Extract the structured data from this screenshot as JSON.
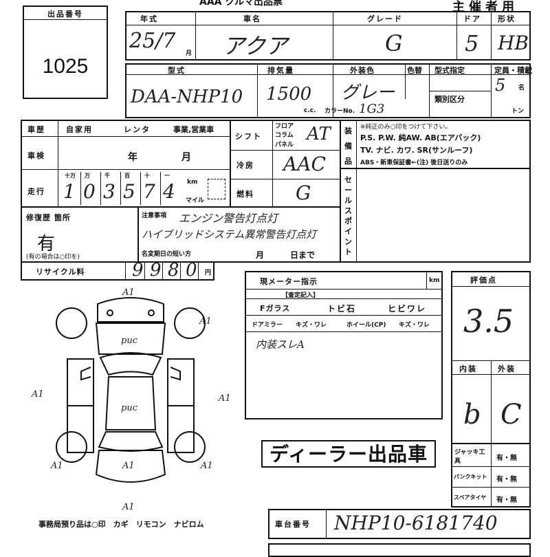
{
  "lot": {
    "label": "出品番号",
    "number": "1025"
  },
  "header": {
    "title_fragment": "AAA  クルマ出品票",
    "owner_note": "主催者用"
  },
  "top_row": {
    "year_label": "年式",
    "year_value": "25/7",
    "month_mark": "月",
    "car_label": "車名",
    "car_value": "アクア",
    "grade_label": "グレード",
    "grade_value": "G",
    "door_label": "ドア",
    "door_value": "5",
    "body_label": "形状",
    "body_value": "HB"
  },
  "second_row": {
    "model_label": "型式",
    "model_value": "DAA-NHP10",
    "cc_label": "排気量",
    "cc_value": "1500",
    "cc_unit": "c.c.",
    "color_label": "外装色",
    "color_value": "グレー",
    "color_mark_label": "色替",
    "color_no_label": "カラーNo.",
    "color_no_value": "1G3",
    "type_label": "型式指定",
    "class_label": "類別区分",
    "capacity_label": "定員・積載",
    "capacity_value": "5",
    "capacity_unit": "名",
    "load_unit": "トン"
  },
  "history": {
    "label": "車歴",
    "own": "自家用",
    "rental": "レンタ",
    "business": "事業,営業車",
    "inspection_label": "車検",
    "year_unit": "年",
    "month_unit": "月",
    "mileage_label": "走行",
    "digit_units": [
      "十万",
      "万",
      "千",
      "百",
      "十",
      "一"
    ],
    "mileage_digits": [
      "1",
      "0",
      "3",
      "5",
      "7",
      "4"
    ],
    "km_unit": "km",
    "mile_unit": "マイル"
  },
  "drivetrain": {
    "shift_label": "シフト",
    "shift_options": [
      "フロア",
      "コラム",
      "パネル"
    ],
    "shift_value": "AT",
    "ac_label": "冷房",
    "ac_value": "AAC",
    "fuel_label": "燃料",
    "fuel_value": "G"
  },
  "equipment": {
    "label": "装備品",
    "note": "※純正のみ○印をつけて下さい。",
    "line1": "P.S. P.W. 純AW. AB(エアバック)",
    "line2": "TV. ナビ. カワ. SR(サンルーフ)",
    "line3": "ABS・新車保証書←(注) 後日送りのみ"
  },
  "sales_point": {
    "label": "セールスポイント"
  },
  "repair": {
    "label": "修復歴 箇所",
    "value": "有",
    "note": "(有の場合は○印を)"
  },
  "caution": {
    "label": "注意事項",
    "line1": "エンジン警告灯点灯",
    "line2": "ハイブリッドシステム異常警告灯点灯",
    "expiry_label": "名変期日の短い方",
    "month_unit": "月",
    "day_unit": "日まで"
  },
  "recycle": {
    "label": "リサイクル料",
    "digits": [
      "9",
      "9",
      "8",
      "0"
    ],
    "unit": "円"
  },
  "meter": {
    "label": "現メーター指示",
    "unit": "km"
  },
  "inspection": {
    "header": "【査定記入】",
    "fglass_label": "Fガラス",
    "fglass_value": "トビ石",
    "crack_label": "ヒビワレ",
    "mirror_label": "ドアミラー",
    "mirror_value": "キズ・ワレ",
    "wheel_label": "ホイール(CP)",
    "wheel_value": "キズ・ワレ",
    "interior_note": "内装スレA"
  },
  "score": {
    "label": "評価点",
    "value": "3.5",
    "interior_label": "内装",
    "exterior_label": "外装",
    "interior_value": "b",
    "exterior_value": "C"
  },
  "dealer_stamp": "ディーラー出品車",
  "tools": {
    "jack_label": "ジャッキ工具",
    "jack_value": "有・無",
    "puncture_label": "パンクキット",
    "puncture_value": "有・無",
    "spare_label": "スペアタイヤ",
    "spare_value": "有・無"
  },
  "diagram": {
    "marks": [
      "A1",
      "A1",
      "A1",
      "A1",
      "A1",
      "A1",
      "A1",
      "A1"
    ],
    "puc_marks": [
      "puc",
      "puc"
    ],
    "footer": "事務局預り品は○印　カギ　リモコン　ナビロム"
  },
  "chassis": {
    "label": "車台番号",
    "value": "NHP10-6181740"
  }
}
